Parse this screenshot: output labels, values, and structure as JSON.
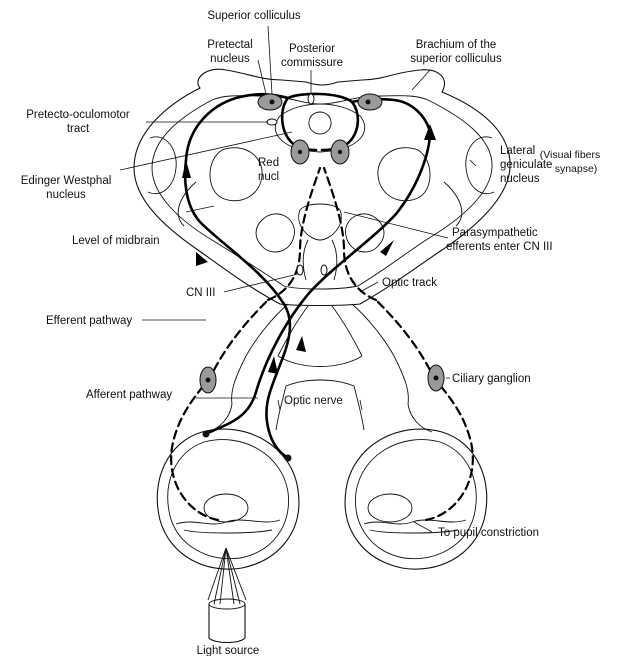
{
  "labels": {
    "superior_colliculus": "Superior colliculus",
    "pretectal_nucleus_1": "Pretectal",
    "pretectal_nucleus_2": "nucleus",
    "posterior_commissure_1": "Posterior",
    "posterior_commissure_2": "commissure",
    "brachium_1": "Brachium of the",
    "brachium_2": "superior colliculus",
    "pretecto_oculomotor_1": "Pretecto-oculomotor",
    "pretecto_oculomotor_2": "tract",
    "lateral_geniculate_1": "Lateral",
    "lateral_geniculate_2": "geniculate",
    "lateral_geniculate_3": "nucleus",
    "visual_fibers_1": "(Visual fibers",
    "visual_fibers_2": "synapse)",
    "edinger_westphal_1": "Edinger Westphal",
    "edinger_westphal_2": "nucleus",
    "red_nucleus_1": "Red",
    "red_nucleus_2": "nucl",
    "level_of_midbrain": "Level of midbrain",
    "parasympathetic_1": "Parasympathetic",
    "parasympathetic_2": "efferents enter CN III",
    "cn_iii": "CN III",
    "optic_track": "Optic track",
    "efferent_pathway": "Efferent pathway",
    "ciliary_ganglion": "Ciliary ganglion",
    "afferent_pathway": "Afferent pathway",
    "optic_nerve": "Optic nerve",
    "to_pupil_constriction": "To pupil constriction",
    "light_source": "Light source"
  }
}
